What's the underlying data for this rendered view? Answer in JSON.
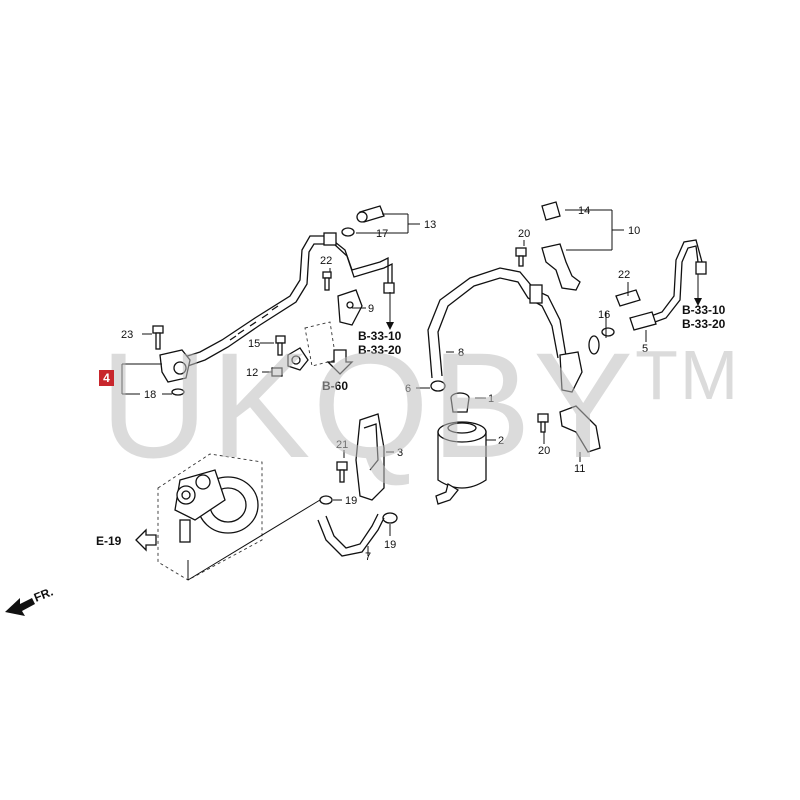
{
  "callouts": {
    "c1": "1",
    "c2": "2",
    "c3": "3",
    "c4": "4",
    "c5": "5",
    "c6": "6",
    "c7": "7",
    "c8": "8",
    "c9": "9",
    "c10": "10",
    "c11": "11",
    "c12": "12",
    "c13": "13",
    "c14": "14",
    "c15": "15",
    "c16": "16",
    "c17": "17",
    "c18": "18",
    "c19a": "19",
    "c19b": "19",
    "c20a": "20",
    "c20b": "20",
    "c21": "21",
    "c22a": "22",
    "c22b": "22",
    "c23": "23"
  },
  "references": {
    "b33_10_a": "B-33-10",
    "b33_20_a": "B-33-20",
    "b33_10_b": "B-33-10",
    "b33_20_b": "B-33-20",
    "b60": "B-60",
    "e19": "E-19",
    "front": "FR."
  },
  "highlighted_part": "4",
  "watermark": {
    "text": "UKQBY",
    "mark": "TM"
  },
  "colors": {
    "highlight": "#c8262c",
    "watermark": "#bebebe",
    "line": "#111111"
  }
}
